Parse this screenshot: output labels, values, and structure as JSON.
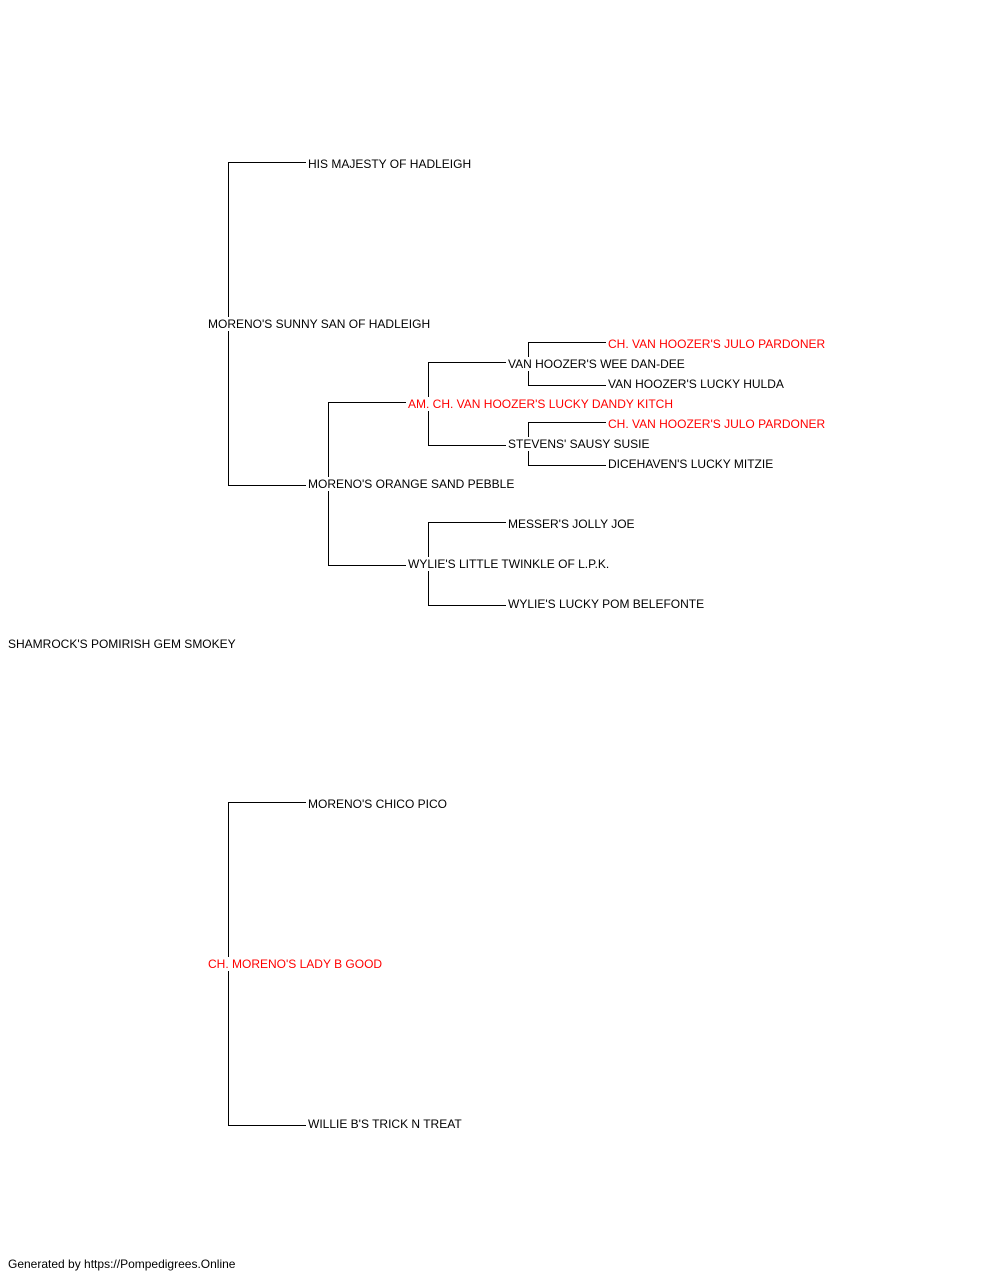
{
  "pedigree": {
    "subject": {
      "name": "SHAMROCK'S POMIRISH GEM SMOKEY",
      "champion": false
    },
    "sire": {
      "name": "MORENO'S SUNNY SAN OF HADLEIGH",
      "champion": false,
      "sire": {
        "name": "HIS MAJESTY OF HADLEIGH",
        "champion": false
      },
      "dam": {
        "name": "MORENO'S ORANGE SAND PEBBLE",
        "champion": false,
        "sire": {
          "name": "AM. CH. VAN HOOZER'S LUCKY DANDY KITCH",
          "champion": true,
          "sire": {
            "name": "VAN HOOZER'S WEE DAN-DEE",
            "champion": false,
            "sire": {
              "name": "CH. VAN HOOZER'S JULO PARDONER",
              "champion": true
            },
            "dam": {
              "name": "VAN HOOZER'S LUCKY HULDA",
              "champion": false
            }
          },
          "dam": {
            "name": "STEVENS' SAUSY SUSIE",
            "champion": false,
            "sire": {
              "name": "CH. VAN HOOZER'S JULO PARDONER",
              "champion": true
            },
            "dam": {
              "name": "DICEHAVEN'S LUCKY MITZIE",
              "champion": false
            }
          }
        },
        "dam": {
          "name": "WYLIE'S LITTLE TWINKLE OF L.P.K.",
          "champion": false,
          "sire": {
            "name": "MESSER'S JOLLY JOE",
            "champion": false
          },
          "dam": {
            "name": "WYLIE'S LUCKY POM BELEFONTE",
            "champion": false
          }
        }
      }
    },
    "dam": {
      "name": "CH. MORENO'S LADY B GOOD",
      "champion": true,
      "sire": {
        "name": "MORENO'S CHICO PICO",
        "champion": false
      },
      "dam": {
        "name": "WILLIE B'S TRICK N TREAT",
        "champion": false
      }
    }
  },
  "colors": {
    "champion": "#ff0000",
    "default": "#000000",
    "connector": "#000000"
  },
  "footer": "Generated by https://Pompedigrees.Online"
}
